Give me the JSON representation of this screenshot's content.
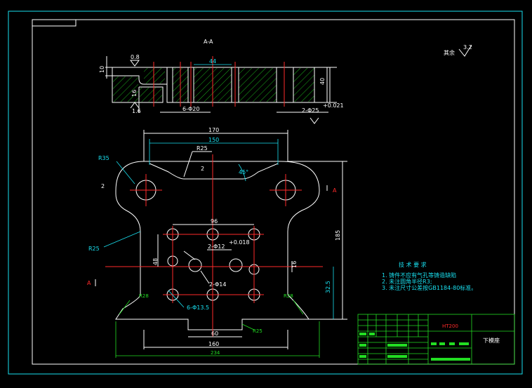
{
  "drawing": {
    "section_title": "A-A",
    "section_marker": "A",
    "surface_finish_rest": "其余",
    "surface_finish_rest_value": "3.2"
  },
  "dims": {
    "top_h10": "10",
    "top_h40": "40",
    "top_h16": "16",
    "top_w44": "44",
    "holes_6_d20": "6-Φ20",
    "holes_2_d25": "2-Φ25",
    "holes_2_d25_tol": "+0.021",
    "finish_08": "0.8",
    "finish_16": "1.6",
    "w170": "170",
    "w150": "150",
    "r25_top": "R25",
    "r35": "R35",
    "r25_left": "R25",
    "v2": "2",
    "ang": "45°",
    "w96": "96",
    "holes_2_d12": "2-Φ12",
    "holes_2_d12_tol": "+0.018",
    "holes_2_d14": "2-Φ14",
    "holes_6_d13_5": "6-Φ13.5",
    "h185": "185",
    "h32_5": "32.5",
    "v48": "48",
    "v16": "16",
    "r28_l": "R28",
    "r28_r": "R28",
    "r25_b": "R25",
    "w60": "60",
    "w160": "160",
    "w234": "234"
  },
  "tech_req": {
    "title": "技 术 要 求",
    "items": [
      "1. 铸件不应有气孔等铸造缺陷",
      "2. 未注圆角半径R3;",
      "3. 未注尺寸公差按GB1184-80标准。"
    ]
  },
  "title_block": {
    "material": "HT200",
    "part_name": "下模座"
  }
}
